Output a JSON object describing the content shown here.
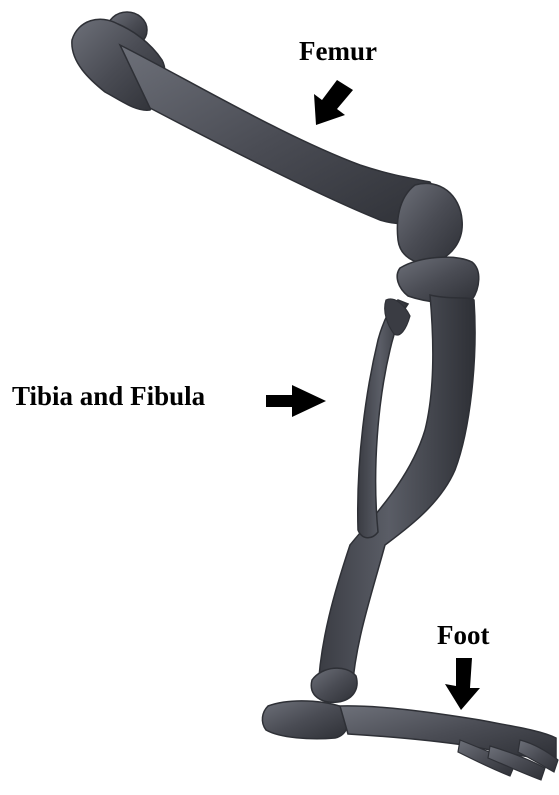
{
  "labels": {
    "femur": "Femur",
    "tibia_fibula": "Tibia and Fibula",
    "foot": "Foot"
  },
  "colors": {
    "bone": "#4a4c54",
    "bone_dark": "#2e3036",
    "bone_highlight": "#6d7079",
    "arrow": "#000000",
    "background": "#ffffff"
  },
  "icons": {
    "femur_arrow": "arrow-down-left-icon",
    "tibia_arrow": "arrow-right-icon",
    "foot_arrow": "arrow-down-icon"
  }
}
